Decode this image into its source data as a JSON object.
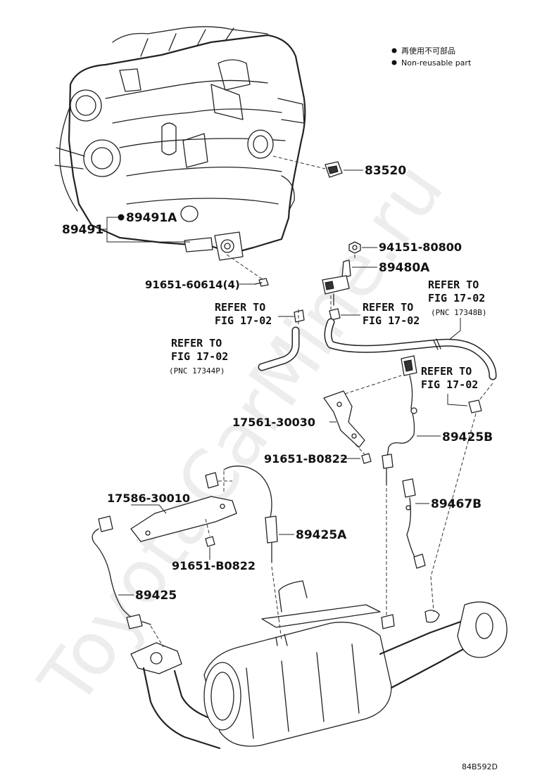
{
  "legend": {
    "line_cn": "再使用不可部品",
    "line_en": "Non-reusable part"
  },
  "labels": {
    "p83520": "83520",
    "p89491": "89491",
    "p89491A": "89491A",
    "p91651_60614": "91651-60614(4)",
    "p94151_80800": "94151-80800",
    "p89480A": "89480A",
    "p17561_30030": "17561-30030",
    "p91651_B0822_a": "91651-B0822",
    "p89425B": "89425B",
    "p17586_30010": "17586-30010",
    "p89425A": "89425A",
    "p91651_B0822_b": "91651-B0822",
    "p89467B": "89467B",
    "p89425": "89425"
  },
  "refs": {
    "r1_a": "REFER TO",
    "r1_b": "FIG 17-02",
    "r2_a": "REFER TO",
    "r2_b": "FIG 17-02",
    "r3_a": "REFER TO",
    "r3_b": "FIG 17-02",
    "r3_c": "(PNC 17348B)",
    "r4_a": "REFER TO",
    "r4_b": "FIG 17-02",
    "r4_c": "(PNC 17344P)",
    "r5_a": "REFER TO",
    "r5_b": "FIG 17-02"
  },
  "watermark": "ToyotaCarMine.ru",
  "diagram_code": "84B592D",
  "colors": {
    "ink": "#111111",
    "background": "#ffffff",
    "watermark": "#000000"
  }
}
